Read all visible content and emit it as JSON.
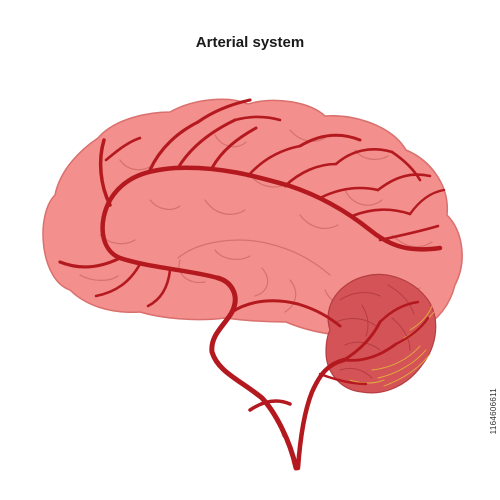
{
  "title": "Arterial system",
  "stock_id": "1164606611",
  "colors": {
    "cerebrum_fill": "#f38f8c",
    "cerebrum_outline": "#d9706d",
    "sulcus_line": "#d7716e",
    "cerebellum_fill": "#d45357",
    "cerebellum_folia": "#b43d42",
    "artery": "#b3191e",
    "artery_highlight": "#e2b13c"
  },
  "icons": {
    "diagram": "brain-arterial-illustration"
  }
}
